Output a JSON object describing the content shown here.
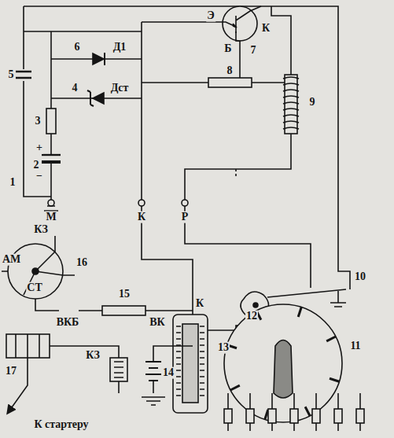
{
  "diagram": {
    "labels": [
      "1",
      "2",
      "+",
      "−",
      "3",
      "4",
      "Дст",
      "5",
      "6",
      "Д1",
      "Э",
      "К",
      "Б",
      "7",
      "8",
      "9",
      "М",
      "К",
      "Р",
      "10",
      "11",
      "12",
      "13",
      "АМ",
      "КЗ",
      "16",
      "СТ",
      "ВКБ",
      "15",
      "ВК",
      "К",
      "КЗ",
      "17",
      "14",
      "К стартеру"
    ]
  }
}
